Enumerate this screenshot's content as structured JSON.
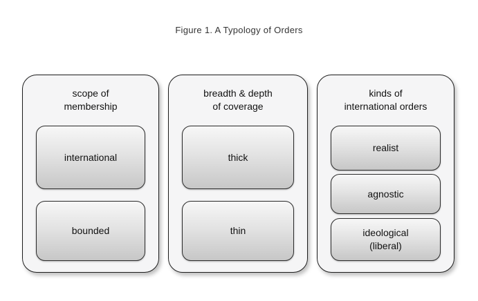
{
  "figure": {
    "caption": "Figure 1. A Typology of Orders"
  },
  "colors": {
    "panel_background": "#f5f5f6",
    "panel_border": "#1c1c1c",
    "box_border": "#2b2b2b",
    "box_gradient_top": "#f7f7f7",
    "box_gradient_bottom": "#c7c7c7",
    "caption_text": "#333333",
    "label_text": "#111111"
  },
  "panels": [
    {
      "title": "scope of\nmembership",
      "boxes": [
        {
          "label": "international"
        },
        {
          "label": "bounded"
        }
      ]
    },
    {
      "title": "breadth & depth\nof coverage",
      "boxes": [
        {
          "label": "thick"
        },
        {
          "label": "thin"
        }
      ]
    },
    {
      "title": "kinds of\ninternational orders",
      "boxes": [
        {
          "label": "realist"
        },
        {
          "label": "agnostic"
        },
        {
          "label": "ideological\n(liberal)"
        }
      ]
    }
  ]
}
